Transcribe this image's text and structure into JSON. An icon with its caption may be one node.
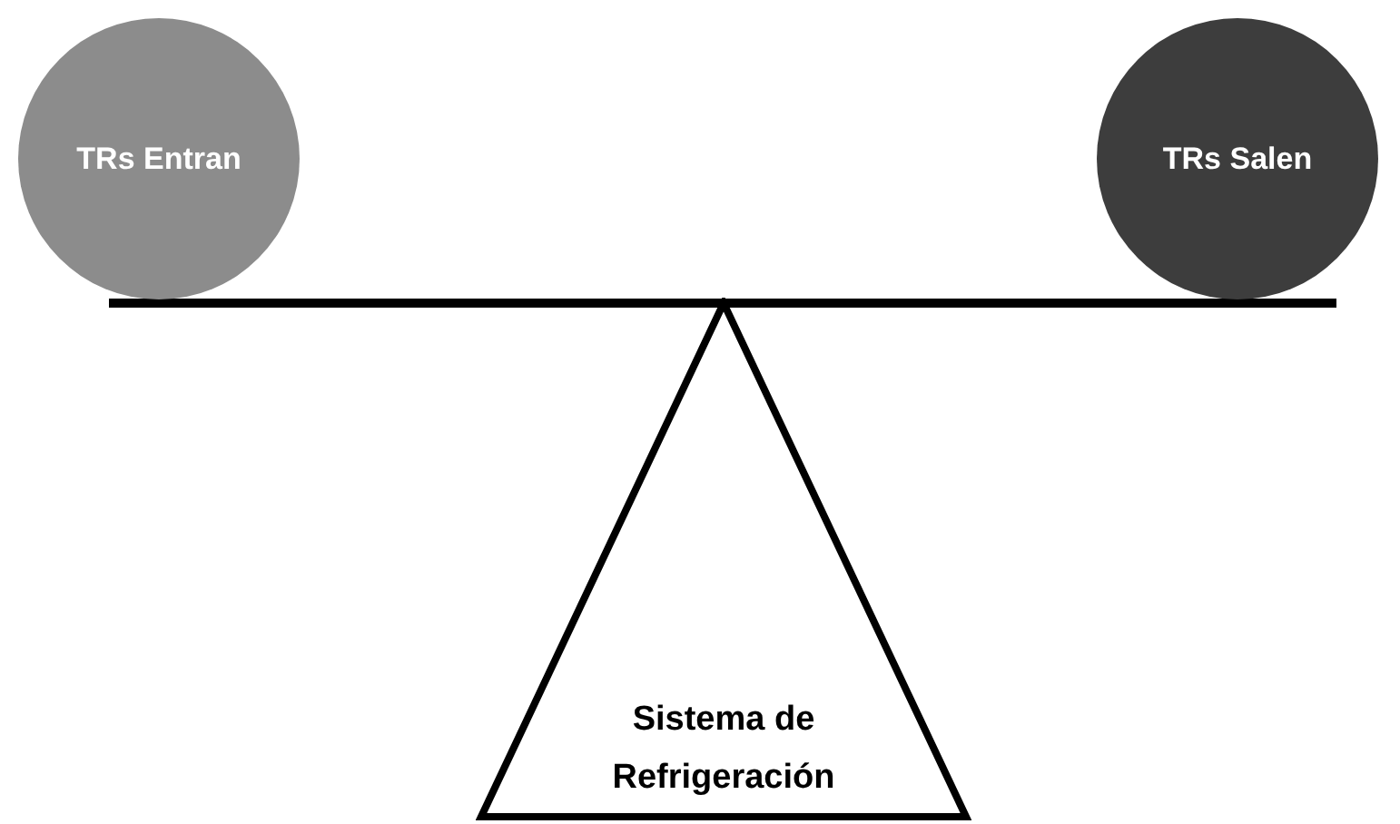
{
  "diagram": {
    "nodes": [
      {
        "text": [
          "TRs Entran"
        ]
      },
      {
        "text": [
          "TRs Salen"
        ]
      },
      {
        "text": [
          "Sistema de Refrigeración"
        ]
      }
    ]
  }
}
